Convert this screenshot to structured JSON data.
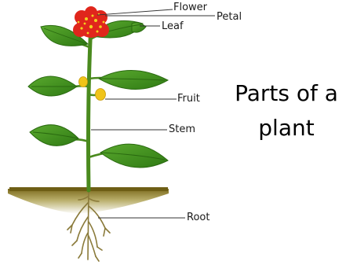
{
  "diagram": {
    "title_line1": "Parts of a",
    "title_line2": "plant",
    "labels": {
      "flower": "Flower",
      "petal": "Petal",
      "leaf": "Leaf",
      "fruit": "Fruit",
      "stem": "Stem",
      "root": "Root"
    },
    "colors": {
      "leaf": "#3f8f1f",
      "stem": "#4a8a1e",
      "flower": "#e0261c",
      "flower_spots": "#f2d21e",
      "fruit": "#f0c419",
      "soil": "#8c7a2a",
      "root": "#8a7a3a"
    }
  }
}
